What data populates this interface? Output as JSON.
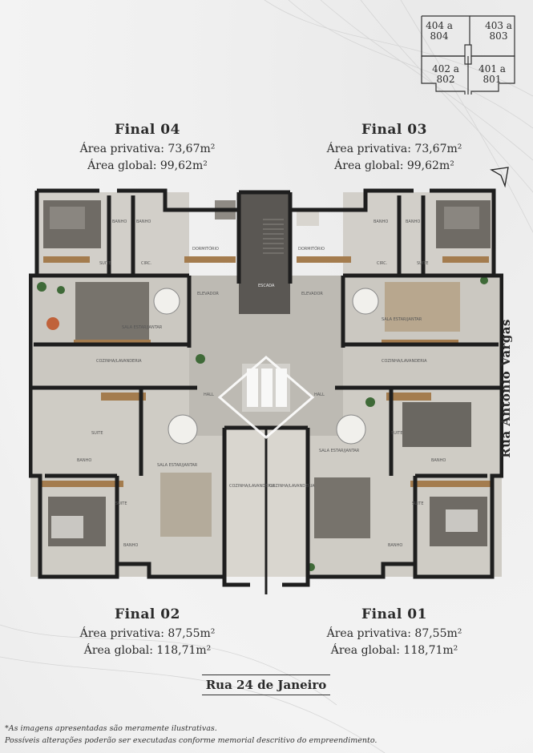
{
  "units": {
    "final04": {
      "name": "Final 04",
      "area_private": "Área privativa: 73,67m²",
      "area_global": "Área global: 99,62m²"
    },
    "final03": {
      "name": "Final 03",
      "area_private": "Área privativa: 73,67m²",
      "area_global": "Área global: 99,62m²"
    },
    "final02": {
      "name": "Final 02",
      "area_private": "Área privativa: 87,55m²",
      "area_global": "Área global: 118,71m²"
    },
    "final01": {
      "name": "Final 01",
      "area_private": "Área privativa: 87,55m²",
      "area_global": "Área global: 118,71m²"
    }
  },
  "keyplan": {
    "tl": [
      "404 a",
      "804"
    ],
    "tr": [
      "403 a",
      "803"
    ],
    "bl": [
      "402 a",
      "802"
    ],
    "br": [
      "401 a",
      "801"
    ]
  },
  "streets": {
    "right": "Rua Antônio Vargas",
    "bottom": "Rua 24 de Janeiro"
  },
  "footnote": {
    "line1": "*As imagens apresentadas são meramente ilustrativas.",
    "line2": "Possíveis alterações poderão ser executadas conforme memorial descritivo do empreendimento."
  },
  "rooms": {
    "suite": "SUITE",
    "banho": "BANHO",
    "dormitorio": "DORMITÓRIO",
    "sala_estar_jantar": "SALA ESTAR/JANTAR",
    "cozinha_lavanderia": "COZINHA/LAVANDERIA",
    "elevador": "ELEVADOR",
    "escada": "ESCADA",
    "hall": "HALL",
    "circ": "CIRC."
  },
  "colors": {
    "wall": "#1e1e1e",
    "floor": "#c9c6bf",
    "wood": "#a47c4e",
    "rug": "#6e6a63",
    "accent": "#ffffff"
  }
}
